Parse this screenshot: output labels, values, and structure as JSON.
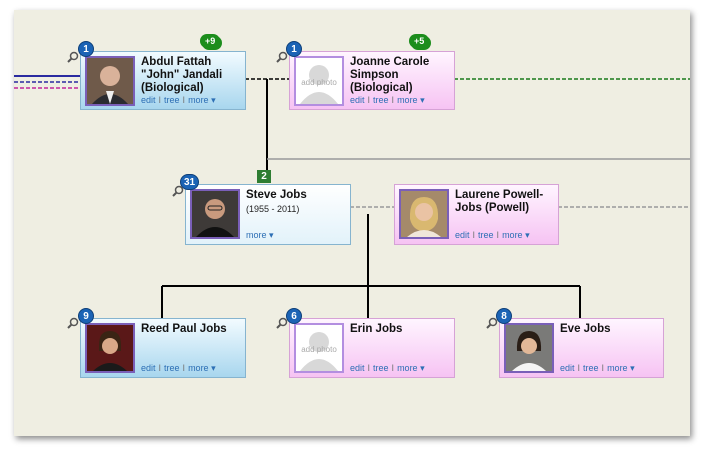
{
  "people": {
    "abdul": {
      "name": "Abdul Fattah \"John\" Jandali (Biological)",
      "badge": "1",
      "more_relatives": "+9"
    },
    "joanne": {
      "name": "Joanne Carole Simpson (Biological)",
      "badge": "1",
      "more_relatives": "+5",
      "photo_placeholder": "add photo"
    },
    "steve": {
      "name": "Steve Jobs",
      "dates": "(1955 - 2011)",
      "badge": "31"
    },
    "laurene": {
      "name": "Laurene Powell-Jobs (Powell)"
    },
    "reed": {
      "name": "Reed Paul Jobs",
      "badge": "9"
    },
    "erin": {
      "name": "Erin Jobs",
      "badge": "6",
      "photo_placeholder": "add photo"
    },
    "eve": {
      "name": "Eve Jobs",
      "badge": "8"
    }
  },
  "links": {
    "edit": "edit",
    "tree": "tree",
    "more": "more ▾",
    "sep": "I"
  },
  "generation_count": "2",
  "colors": {
    "male_card": "#a8d6ee",
    "female_card": "#f6c3f3",
    "badge": "#1b63b5",
    "relatives_cloud": "#1c8d1c",
    "generation_box": "#2e7d32",
    "background": "#efeee2"
  }
}
